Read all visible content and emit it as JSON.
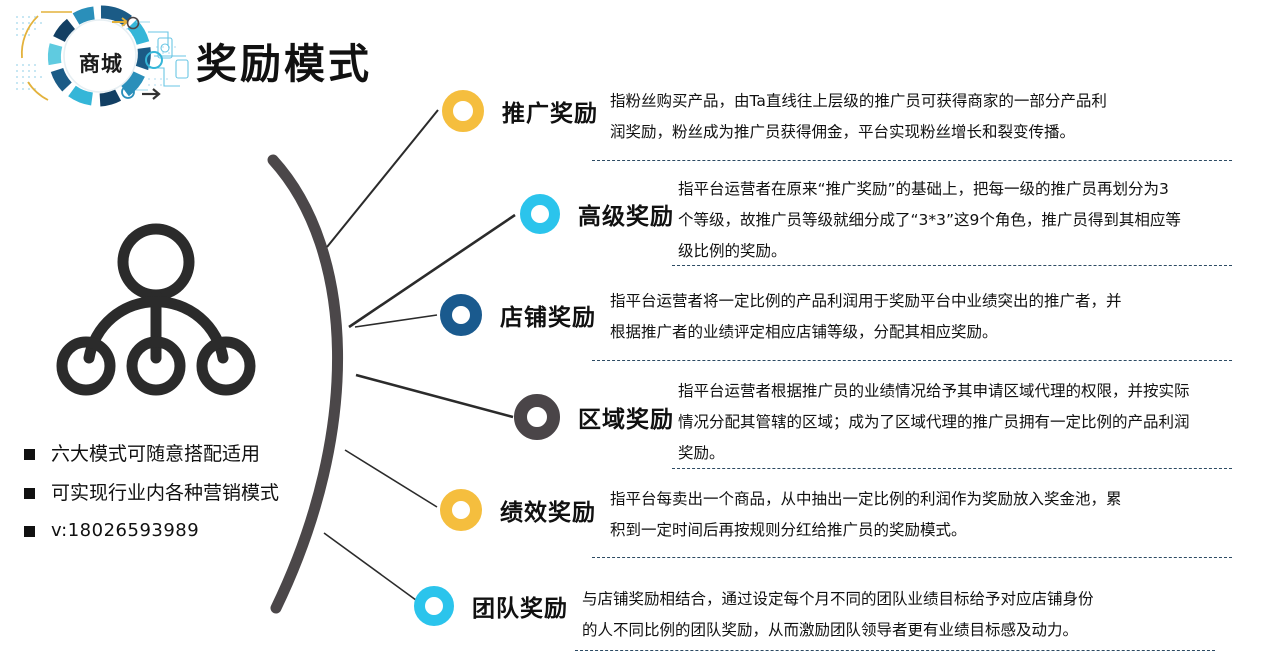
{
  "header": {
    "logo_text": "商城",
    "logo_icon": "tech-circle-logo",
    "title": "奖励模式"
  },
  "left_panel": {
    "icon": "hierarchy-network-icon",
    "bullets": [
      {
        "text": "六大模式可随意搭配适用",
        "latin": false
      },
      {
        "text": "可实现行业内各种营销模式",
        "latin": false
      },
      {
        "text": "v:18026593989",
        "latin": true
      }
    ]
  },
  "colors": {
    "amber": "#F5BE3E",
    "cyan": "#2BC4EC",
    "navy": "#1A5A8E",
    "gray": "#4A4548",
    "arc": "#4B4749",
    "separator": "#2C4A63"
  },
  "nodes": [
    {
      "id": "promotion-reward",
      "label": "推广奖励",
      "color": "#F5BE3E",
      "ring_size": 42,
      "ring_border": 11,
      "description": [
        "指粉丝购买产品，由Ta直线往上层级的推广员可获得商家的一部分产品利",
        "润奖励，粉丝成为推广员获得佣金，平台实现粉丝增长和裂变传播。"
      ]
    },
    {
      "id": "advanced-reward",
      "label": "高级奖励",
      "color": "#2BC4EC",
      "ring_size": 40,
      "ring_border": 11,
      "description": [
        "指平台运营者在原来“推广奖励”的基础上，把每一级的推广员再划分为3",
        "个等级，故推广员等级就细分成了“3*3”这9个角色，推广员得到其相应等",
        "级比例的奖励。"
      ]
    },
    {
      "id": "shop-reward",
      "label": "店铺奖励",
      "color": "#1A5A8E",
      "ring_size": 42,
      "ring_border": 12,
      "description": [
        "指平台运营者将一定比例的产品利润用于奖励平台中业绩突出的推广者，并",
        "根据推广者的业绩评定相应店铺等级，分配其相应奖励。"
      ]
    },
    {
      "id": "region-reward",
      "label": "区域奖励",
      "color": "#4A4548",
      "ring_size": 46,
      "ring_border": 13,
      "description": [
        "指平台运营者根据推广员的业绩情况给予其申请区域代理的权限，并按实际",
        "情况分配其管辖的区域；成为了区域代理的推广员拥有一定比例的产品利润",
        "奖励。"
      ]
    },
    {
      "id": "performance-reward",
      "label": "绩效奖励",
      "color": "#F5BE3E",
      "ring_size": 42,
      "ring_border": 12,
      "description": [
        "指平台每卖出一个商品，从中抽出一定比例的利润作为奖励放入奖金池，累",
        "积到一定时间后再按规则分红给推广员的奖励模式。"
      ]
    },
    {
      "id": "team-reward",
      "label": "团队奖励",
      "color": "#2BC4EC",
      "ring_size": 40,
      "ring_border": 11,
      "description": [
        "与店铺奖励相结合，通过设定每个月不同的团队业绩目标给予对应店铺身份",
        "的人不同比例的团队奖励，从而激励团队领导者更有业绩目标感及动力。"
      ]
    }
  ]
}
